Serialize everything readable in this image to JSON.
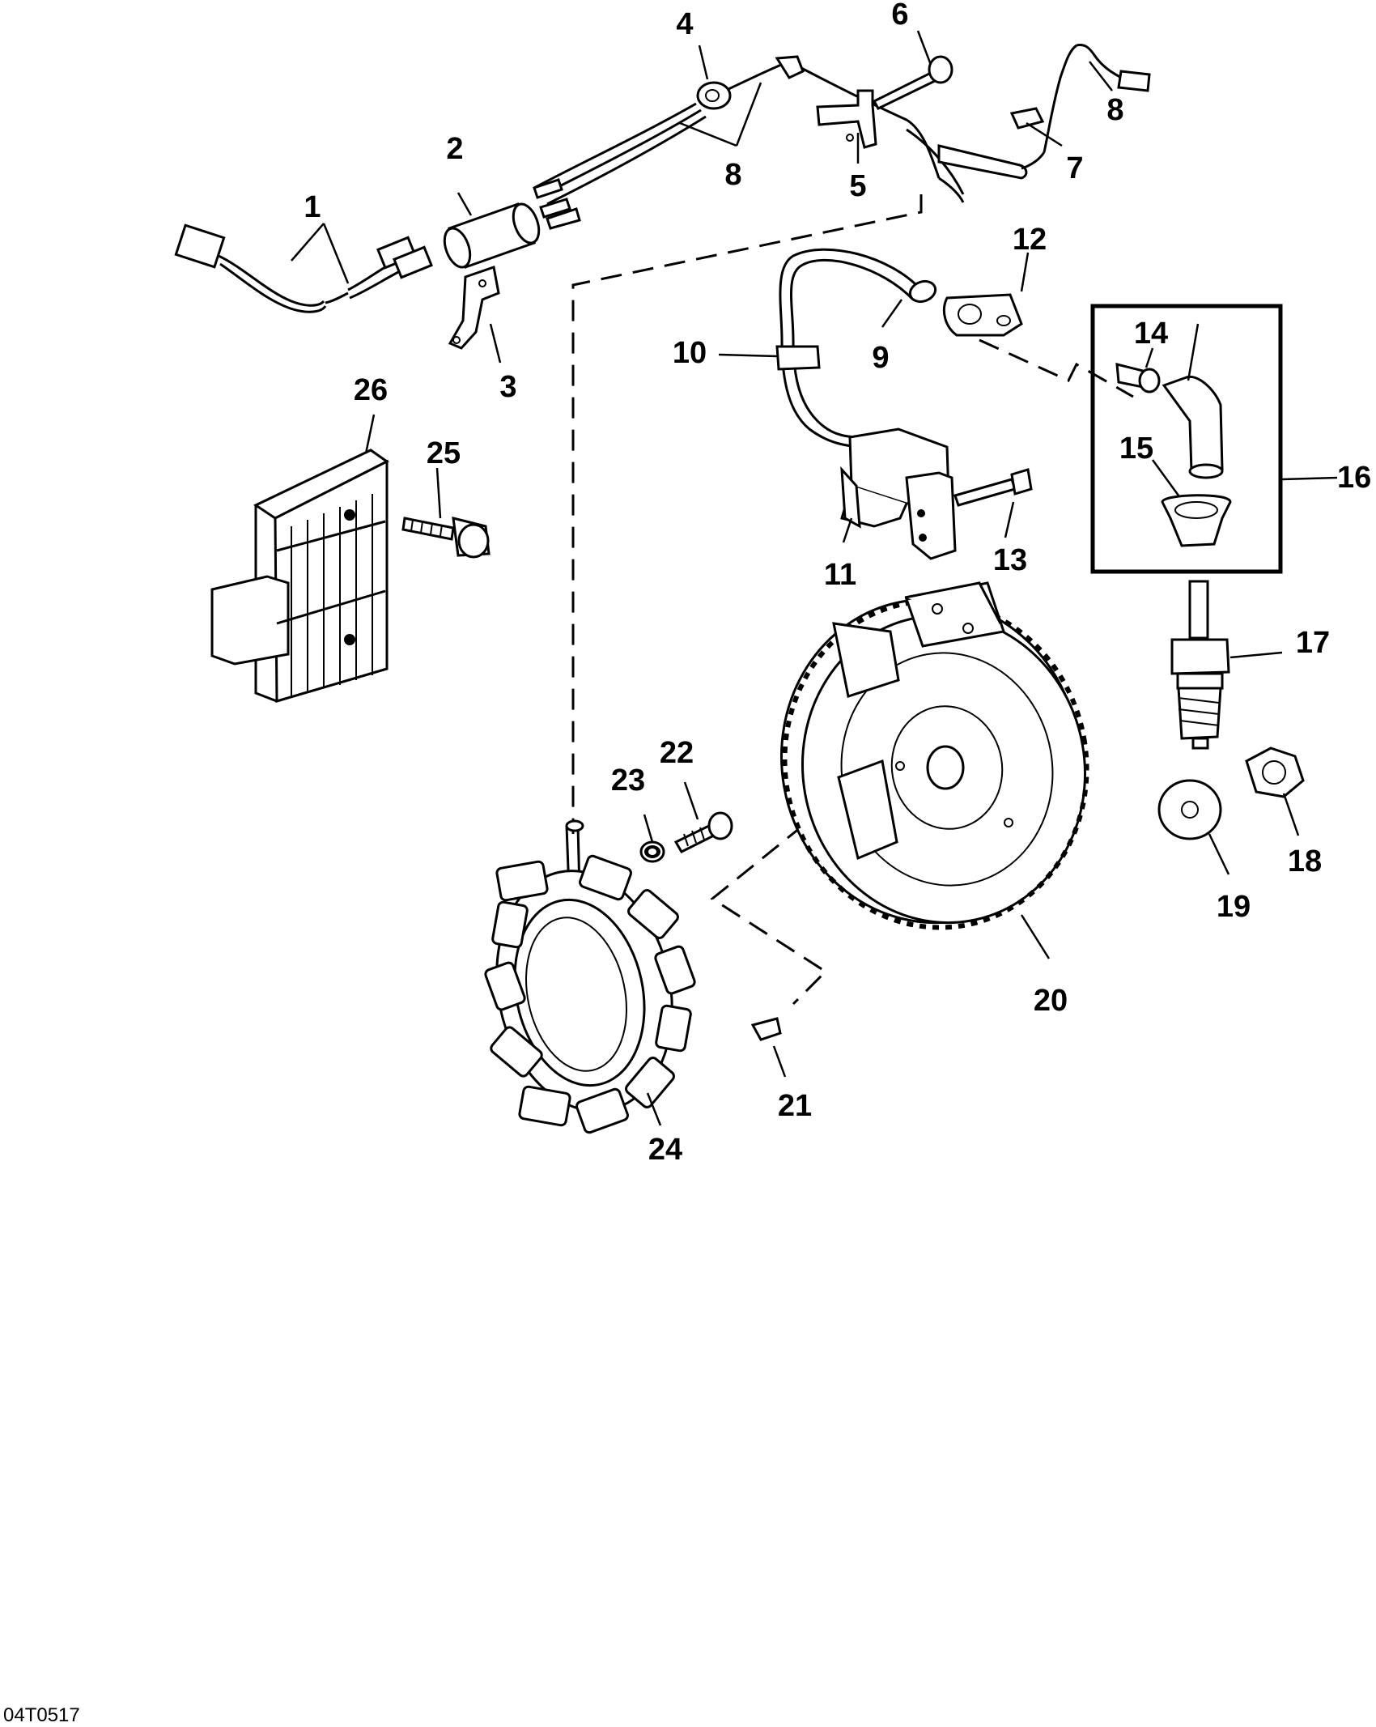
{
  "diagram": {
    "reference_code": "04T0517",
    "callouts": [
      {
        "id": "1",
        "text": "1"
      },
      {
        "id": "2",
        "text": "2"
      },
      {
        "id": "3",
        "text": "3"
      },
      {
        "id": "4",
        "text": "4"
      },
      {
        "id": "5",
        "text": "5"
      },
      {
        "id": "6",
        "text": "6"
      },
      {
        "id": "7",
        "text": "7"
      },
      {
        "id": "8a",
        "text": "8"
      },
      {
        "id": "8b",
        "text": "8"
      },
      {
        "id": "9",
        "text": "9"
      },
      {
        "id": "10",
        "text": "10"
      },
      {
        "id": "11",
        "text": "11"
      },
      {
        "id": "12",
        "text": "12"
      },
      {
        "id": "13",
        "text": "13"
      },
      {
        "id": "14",
        "text": "14"
      },
      {
        "id": "15",
        "text": "15"
      },
      {
        "id": "16",
        "text": "16"
      },
      {
        "id": "17",
        "text": "17"
      },
      {
        "id": "18",
        "text": "18"
      },
      {
        "id": "19",
        "text": "19"
      },
      {
        "id": "20",
        "text": "20"
      },
      {
        "id": "21",
        "text": "21"
      },
      {
        "id": "22",
        "text": "22"
      },
      {
        "id": "23",
        "text": "23"
      },
      {
        "id": "24",
        "text": "24"
      },
      {
        "id": "25",
        "text": "25"
      },
      {
        "id": "26",
        "text": "26"
      }
    ]
  }
}
